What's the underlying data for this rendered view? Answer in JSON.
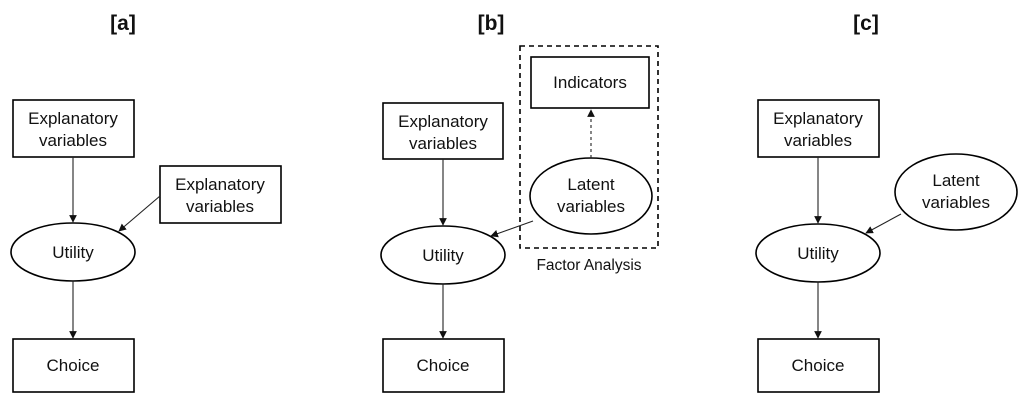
{
  "panels": {
    "a": {
      "title": "[a]",
      "explanatory_top": [
        "Explanatory",
        "variables"
      ],
      "explanatory_side": [
        "Explanatory",
        "variables"
      ],
      "utility": "Utility",
      "choice": "Choice"
    },
    "b": {
      "title": "[b]",
      "explanatory": [
        "Explanatory",
        "variables"
      ],
      "indicators": "Indicators",
      "latent": [
        "Latent",
        "variables"
      ],
      "utility": "Utility",
      "choice": "Choice",
      "group_caption": "Factor Analysis"
    },
    "c": {
      "title": "[c]",
      "explanatory": [
        "Explanatory",
        "variables"
      ],
      "latent": [
        "Latent",
        "variables"
      ],
      "utility": "Utility",
      "choice": "Choice"
    }
  },
  "colors": {
    "stroke": "#000000",
    "text": "#111111",
    "background": "#ffffff"
  }
}
